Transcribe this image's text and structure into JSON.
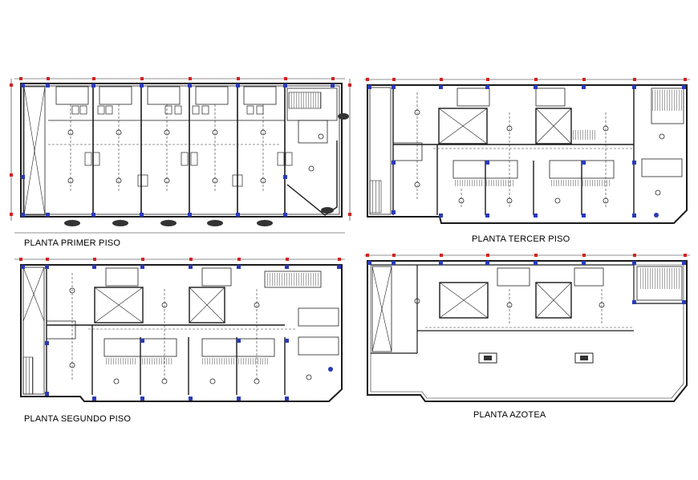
{
  "plans": [
    {
      "title": "PLANTA PRIMER PISO"
    },
    {
      "title": "PLANTA TERCER PISO"
    },
    {
      "title": "PLANTA SEGUNDO PISO"
    },
    {
      "title": "PLANTA AZOTEA"
    }
  ],
  "colors": {
    "wall": "#1a1a1a",
    "column": "#2a3ab8",
    "axis_marker": "#d42020",
    "dashed": "#333333",
    "background": "#ffffff"
  }
}
